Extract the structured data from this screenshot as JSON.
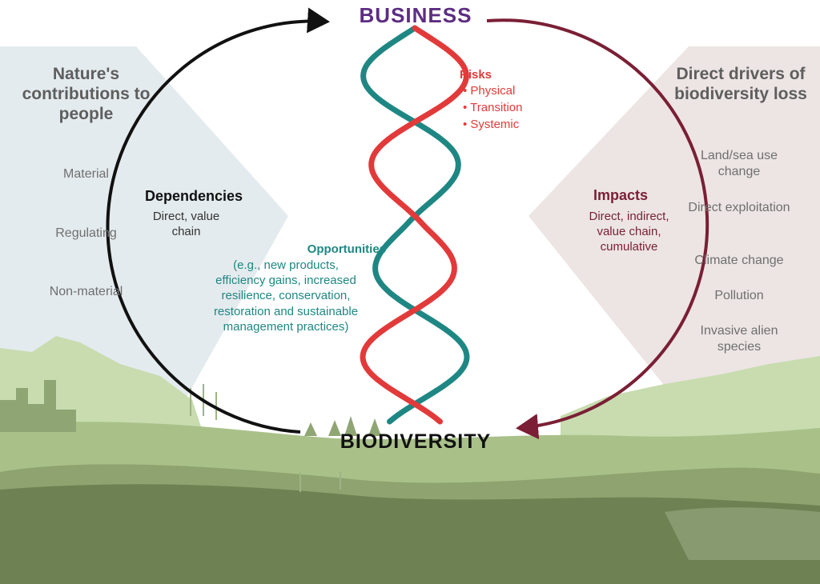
{
  "top_node": "BUSINESS",
  "bottom_node": "BIODIVERSITY",
  "left_panel": {
    "title": "Nature's contributions to people",
    "items": [
      "Material",
      "Regulating",
      "Non-material"
    ]
  },
  "right_panel": {
    "title": "Direct drivers of biodiversity loss",
    "items": [
      "Land/sea use change",
      "Direct exploitation",
      "Climate change",
      "Pollution",
      "Invasive alien species"
    ]
  },
  "dependencies": {
    "title": "Dependencies",
    "detail": "Direct, value chain"
  },
  "impacts": {
    "title": "Impacts",
    "detail": "Direct, indirect, value chain, cumulative"
  },
  "risks": {
    "title": "Risks",
    "items": [
      "Physical",
      "Transition",
      "Systemic"
    ]
  },
  "opportunities": {
    "title": "Opportunities",
    "detail": "(e.g., new products, efficiency gains, increased resilience, conservation, restoration and sustainable management practices)"
  },
  "colors": {
    "business": "#5c2d82",
    "dependencies_arrow": "#111111",
    "impacts": "#7a1f35",
    "risks": "#e23a3a",
    "opportunities": "#1f8783",
    "landscape_dark": "#6d8152",
    "landscape_light": "#c8dcb0"
  }
}
